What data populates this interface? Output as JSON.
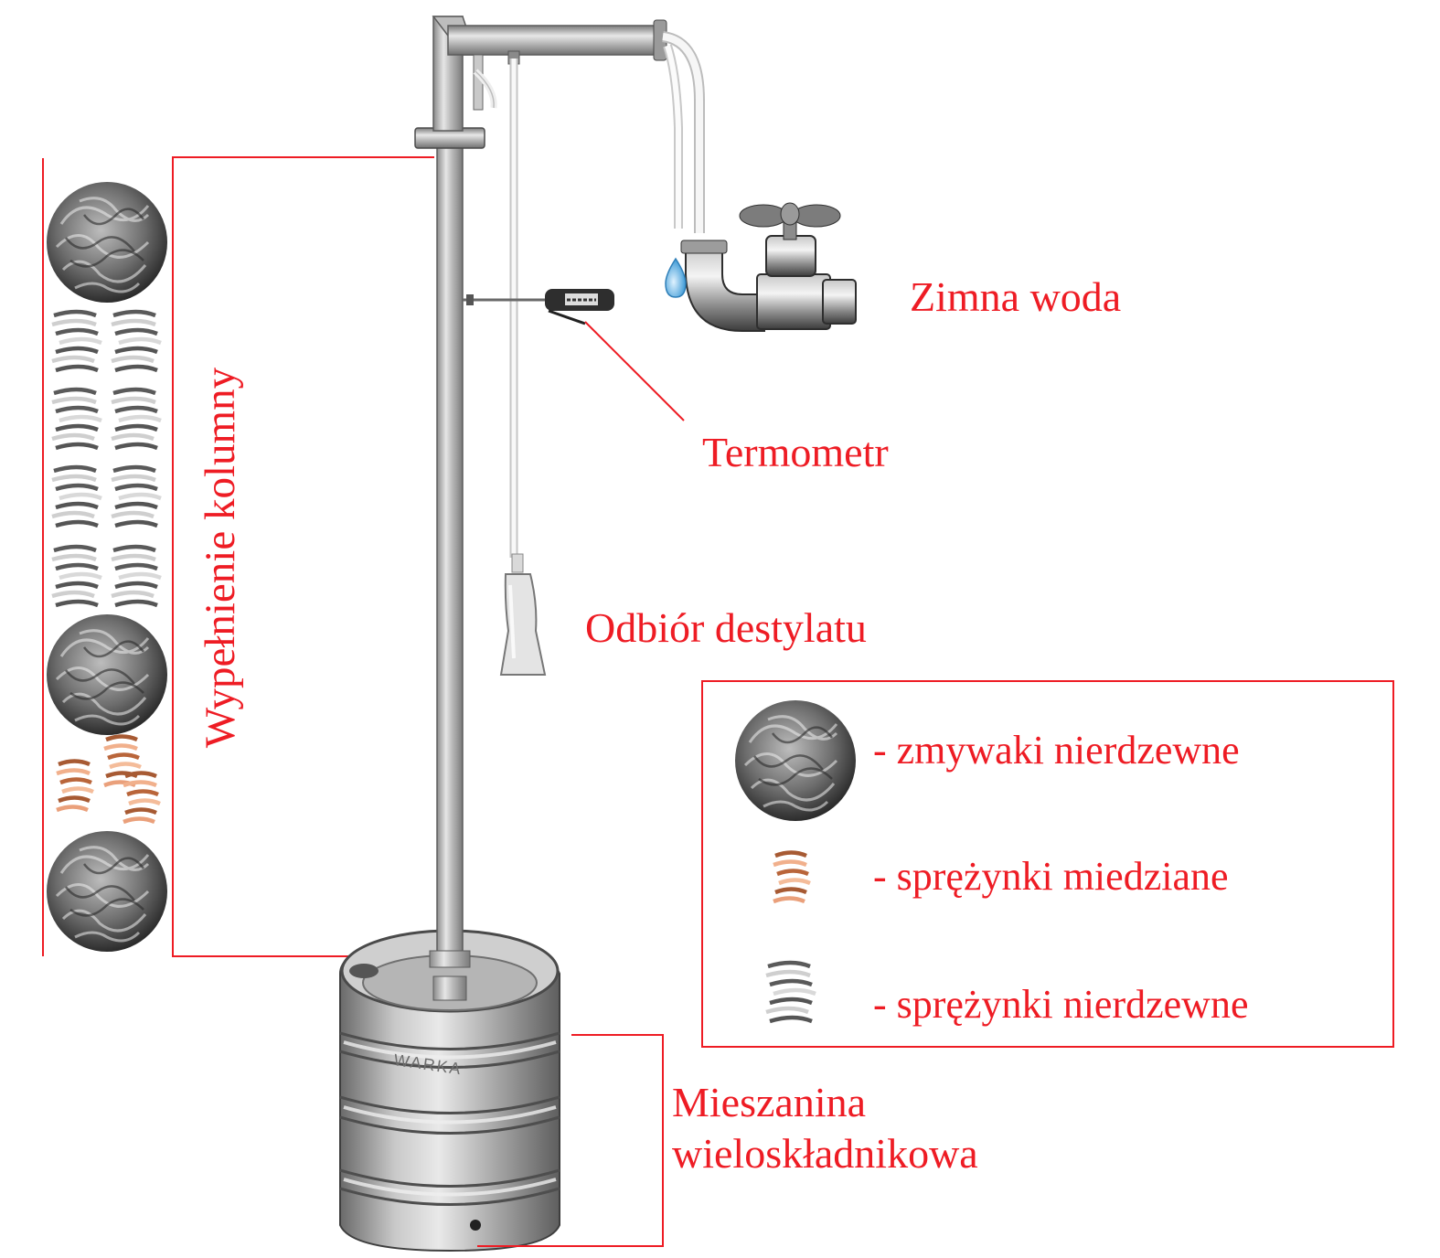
{
  "labels": {
    "cold_water": "Zimna woda",
    "thermometer": "Termometr",
    "distillate_outlet": "Odbiór destylatu",
    "multicomponent_mixture_line1": "Mieszanina",
    "multicomponent_mixture_line2": "wieloskładnikowa",
    "column_packing": "Wypełnienie kolumny",
    "keg_brand": "WARKA"
  },
  "legend": {
    "items": [
      {
        "icon": "steel-scrubber-icon",
        "text": "- zmywaki nierdzewne"
      },
      {
        "icon": "copper-spring-icon",
        "text": "- sprężynki miedziane"
      },
      {
        "icon": "steel-spring-icon",
        "text": "- sprężynki nierdzewne"
      }
    ]
  },
  "colors": {
    "accent": "#ee1c24",
    "steel": "#a8a8a8",
    "copper": "#d98a5f",
    "water": "#5ab4e6"
  }
}
